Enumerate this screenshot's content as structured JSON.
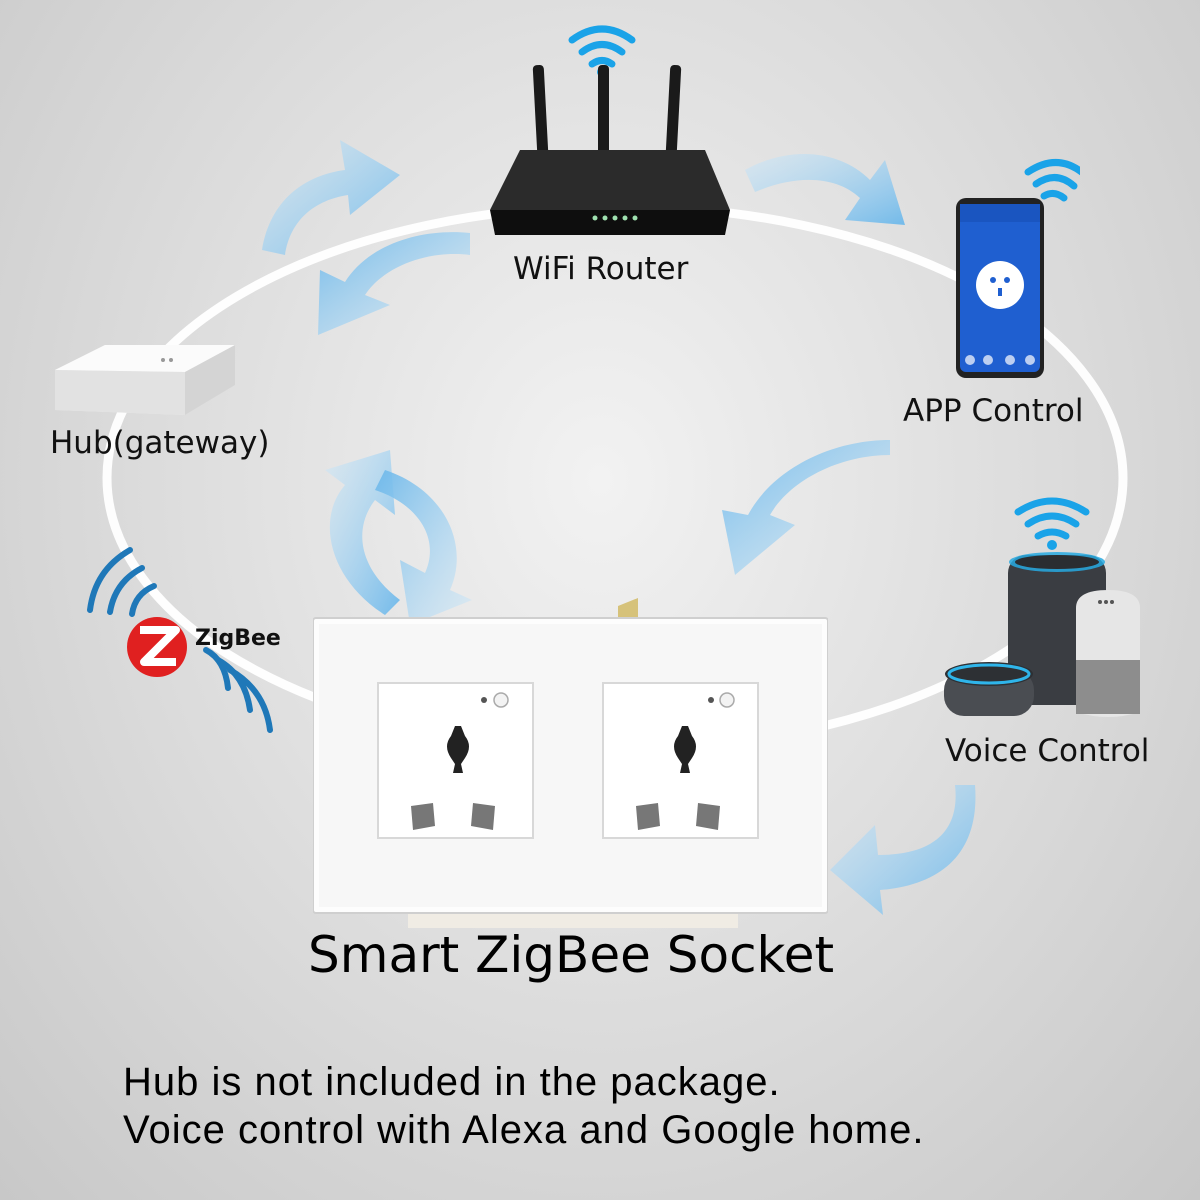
{
  "labels": {
    "router": "WiFi Router",
    "app": "APP Control",
    "hub": "Hub(gateway)",
    "voice": "Voice Control",
    "zigbee": "ZigBee"
  },
  "product_title": "Smart ZigBee Socket",
  "notes": [
    "Hub is not included in the package.",
    "Voice control with Alexa and Google home."
  ],
  "colors": {
    "arrow": "#7cc0ec",
    "wifi": "#1aa3e8",
    "ring": "#ffffff",
    "zigbee_red": "#e02020"
  }
}
